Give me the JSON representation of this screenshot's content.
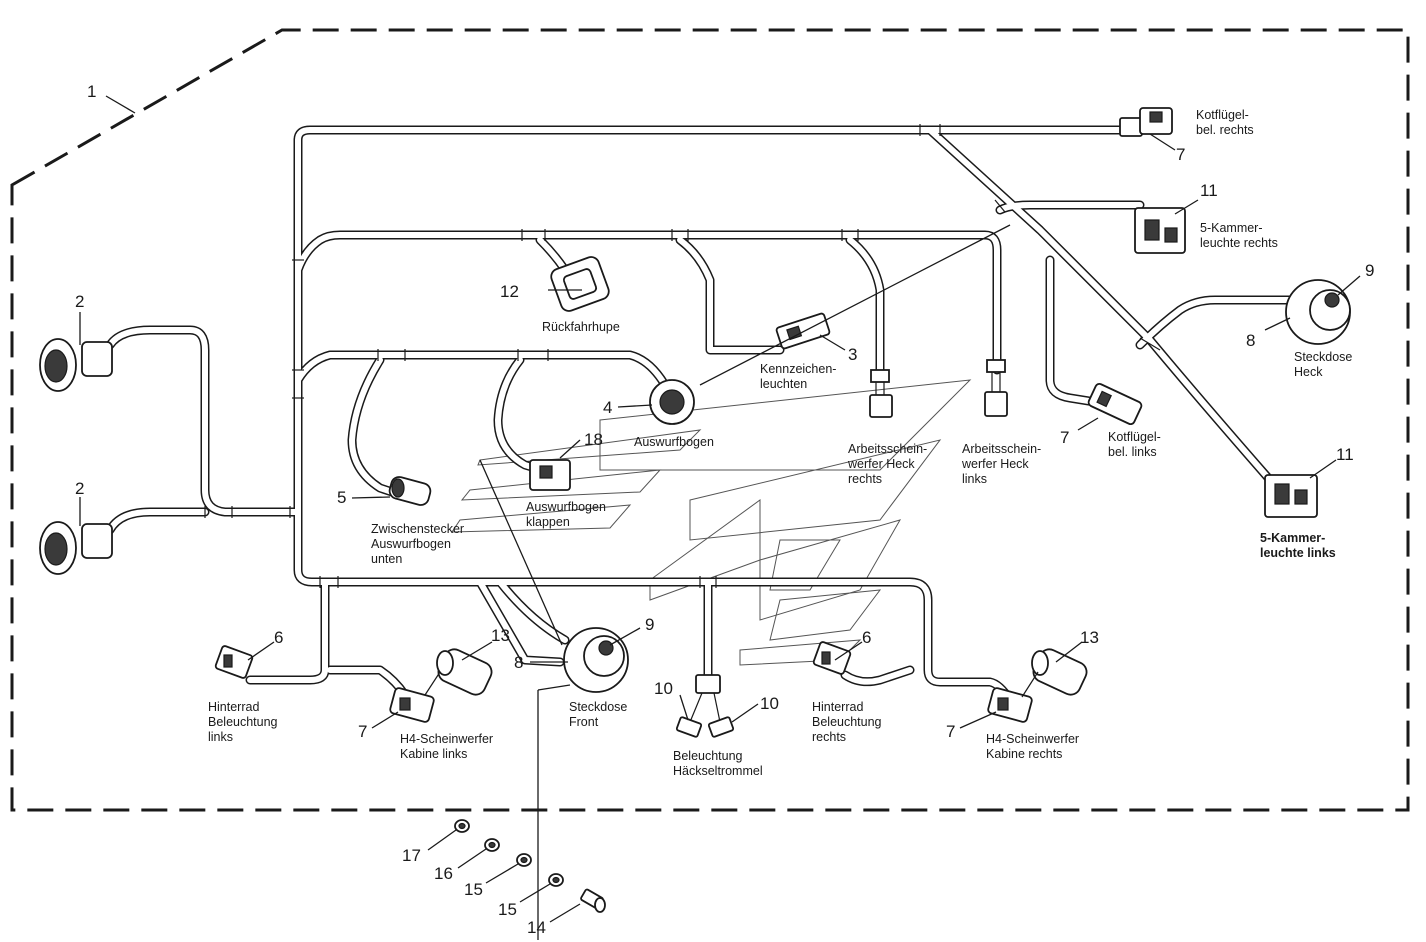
{
  "callouts": {
    "n1": "1",
    "n2a": "2",
    "n2b": "2",
    "n3": "3",
    "n4": "4",
    "n5": "5",
    "n6a": "6",
    "n6b": "6",
    "n7a": "7",
    "n7b": "7",
    "n7c": "7",
    "n7d": "7",
    "n8a": "8",
    "n8b": "8",
    "n9a": "9",
    "n9b": "9",
    "n10a": "10",
    "n10b": "10",
    "n11a": "11",
    "n11b": "11",
    "n12": "12",
    "n13a": "13",
    "n13b": "13",
    "n14": "14",
    "n15a": "15",
    "n15b": "15",
    "n16": "16",
    "n17": "17",
    "n18": "18"
  },
  "labels": {
    "kotfluegel_rechts": [
      "Kotflügel-",
      "bel. rechts"
    ],
    "kammer_rechts": [
      "5-Kammer-",
      "leuchte rechts"
    ],
    "rueckfahrhupe": [
      "Rückfahrhupe"
    ],
    "kennzeichen": [
      "Kennzeichen-",
      "leuchten"
    ],
    "steckdose_heck": [
      "Steckdose",
      "Heck"
    ],
    "auswurfbogen": [
      "Auswurfbogen"
    ],
    "arbeits_rechts": [
      "Arbeitsschein-",
      "werfer Heck",
      "rechts"
    ],
    "arbeits_links": [
      "Arbeitsschein-",
      "werfer Heck",
      "links"
    ],
    "kotfluegel_links": [
      "Kotflügel-",
      "bel. links"
    ],
    "auswurf_klappen": [
      "Auswurfbogen",
      "klappen"
    ],
    "zwischenstecker": [
      "Zwischenstecker",
      "Auswurfbogen",
      "unten"
    ],
    "kammer_links": [
      "5-Kammer-",
      "leuchte links"
    ],
    "hinterrad_links": [
      "Hinterrad",
      "Beleuchtung",
      "links"
    ],
    "h4_links": [
      "H4-Scheinwerfer",
      "Kabine links"
    ],
    "steckdose_front": [
      "Steckdose",
      "Front"
    ],
    "haeckseltrommel": [
      "Beleuchtung",
      "Häckseltrommel"
    ],
    "hinterrad_rechts": [
      "Hinterrad",
      "Beleuchtung",
      "rechts"
    ],
    "h4_rechts": [
      "H4-Scheinwerfer",
      "Kabine rechts"
    ]
  }
}
